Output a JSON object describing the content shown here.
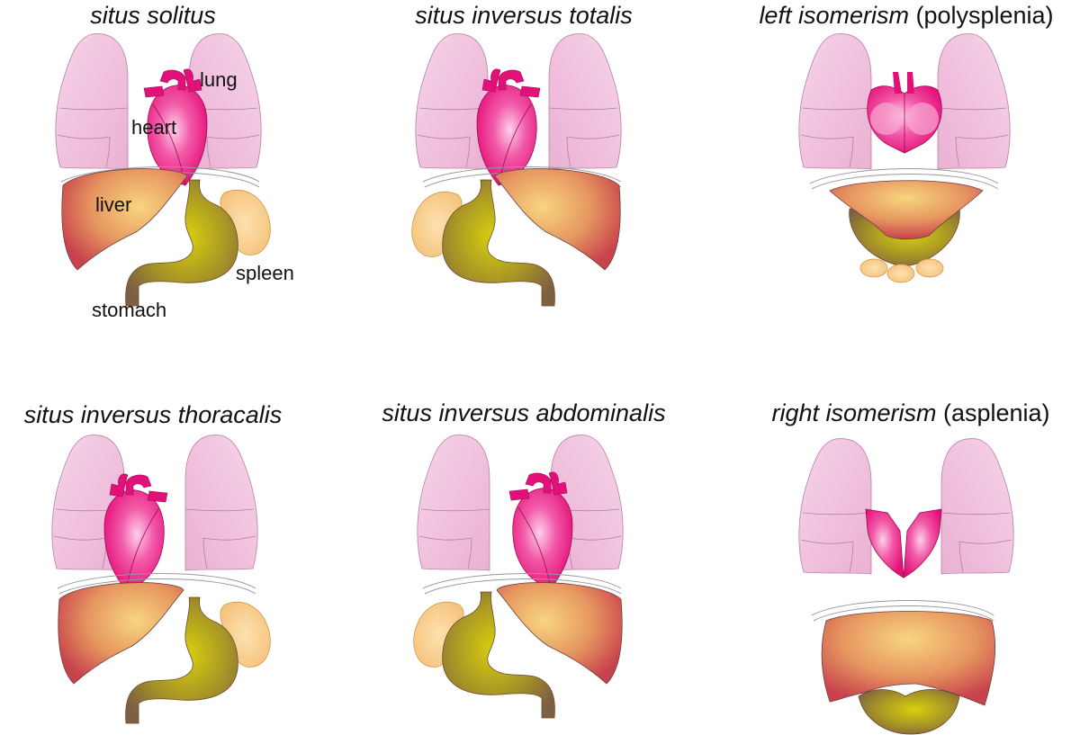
{
  "panels": [
    {
      "title_italic": "situs solitus",
      "title_plain": "",
      "labels": {
        "lung": "lung",
        "heart": "heart",
        "liver": "liver",
        "spleen": "spleen",
        "stomach": "stomach"
      }
    },
    {
      "title_italic": "situs inversus totalis",
      "title_plain": ""
    },
    {
      "title_italic": "left isomerism",
      "title_plain": " (polysplenia)"
    },
    {
      "title_italic": "situs inversus thoracalis",
      "title_plain": ""
    },
    {
      "title_italic": "situs inversus abdominalis",
      "title_plain": ""
    },
    {
      "title_italic": "right isomerism",
      "title_plain": " (asplenia)"
    }
  ],
  "colors": {
    "lung": "#f3c2e0",
    "lung_edge": "#b783a6",
    "heart": "#e8107c",
    "heart_light": "#f9a6d3",
    "liver_outer": "#cc4a50",
    "liver_inner": "#f7d27e",
    "stomach_outer": "#8a6a40",
    "stomach_inner": "#d8cc10",
    "spleen": "#f8cf92",
    "spleen_edge": "#d09a50"
  }
}
